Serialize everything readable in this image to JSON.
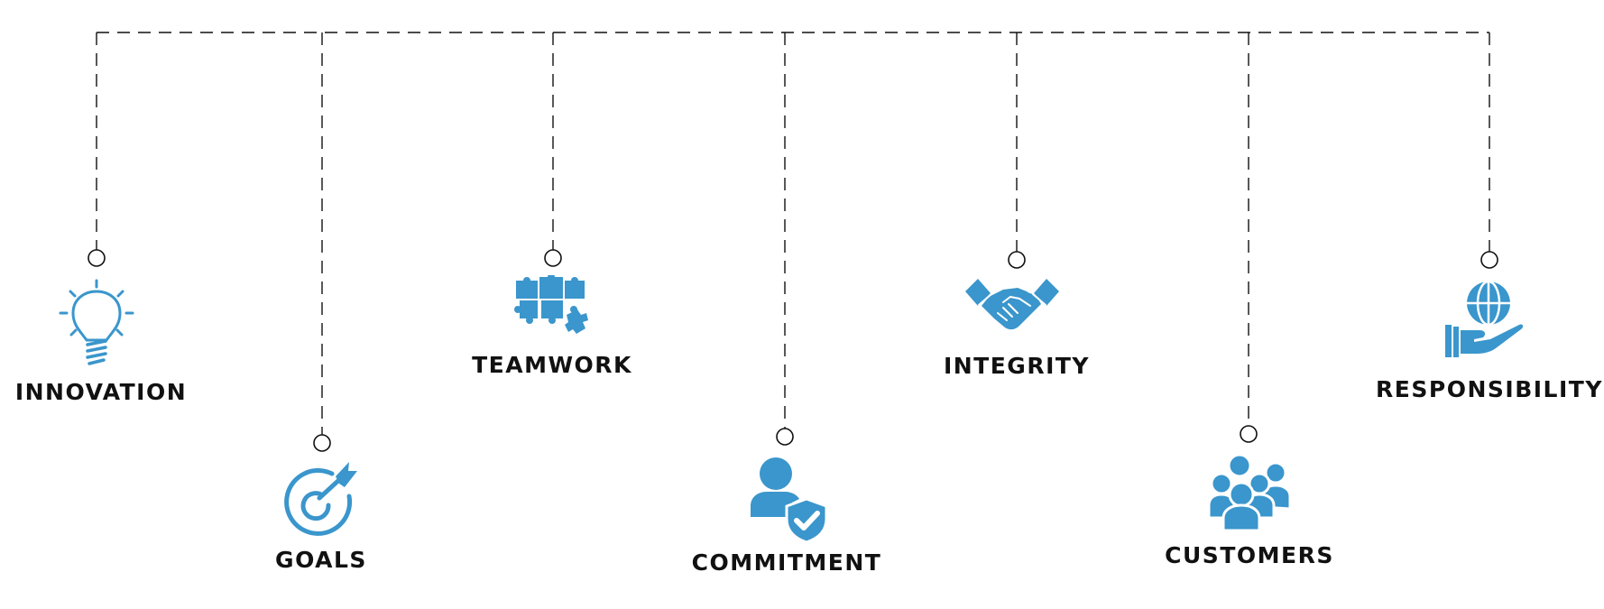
{
  "diagram": {
    "colors": {
      "icon": "#3a96cc",
      "line": "#111111",
      "text": "#111111"
    },
    "values": [
      {
        "key": "innovation",
        "label": "INNOVATION",
        "icon": "lightbulb-icon"
      },
      {
        "key": "goals",
        "label": "GOALS",
        "icon": "target-arrow-icon"
      },
      {
        "key": "teamwork",
        "label": "TEAMWORK",
        "icon": "puzzle-pieces-icon"
      },
      {
        "key": "commitment",
        "label": "COMMITMENT",
        "icon": "user-shield-check-icon"
      },
      {
        "key": "integrity",
        "label": "INTEGRITY",
        "icon": "handshake-icon"
      },
      {
        "key": "customers",
        "label": "CUSTOMERS",
        "icon": "group-people-icon"
      },
      {
        "key": "responsibility",
        "label": "RESPONSIBILITY",
        "icon": "hand-globe-icon"
      }
    ]
  }
}
